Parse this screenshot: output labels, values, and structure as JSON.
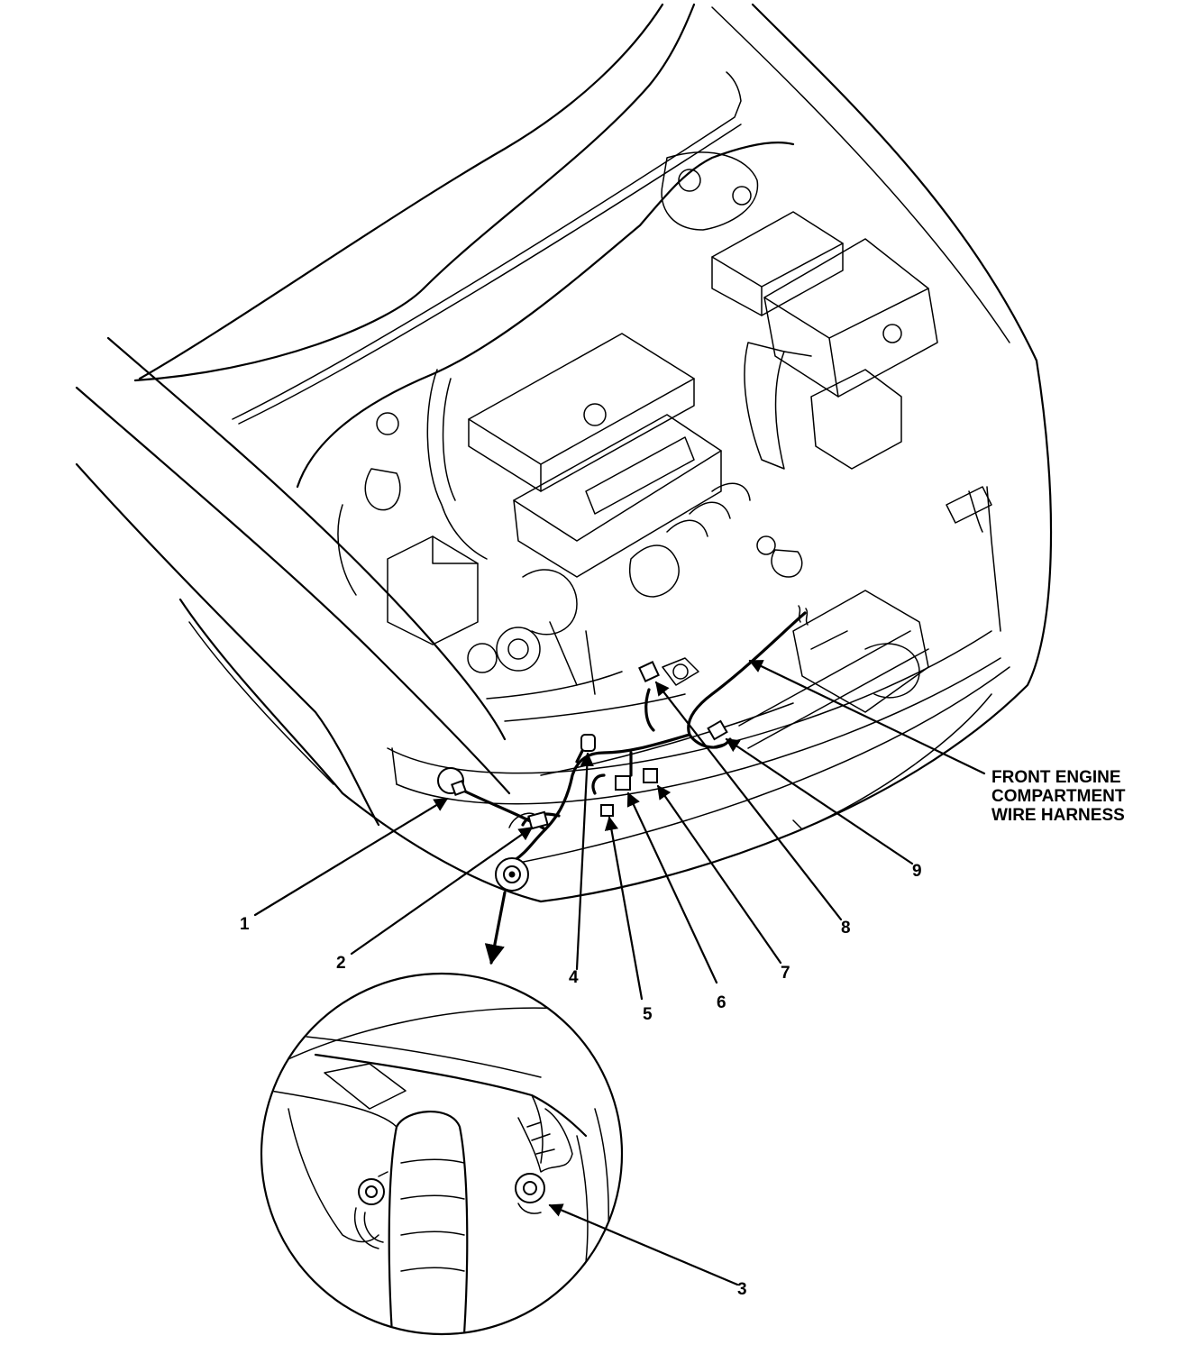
{
  "harness_label": "FRONT ENGINE\nCOMPARTMENT\nWIRE HARNESS",
  "callouts": [
    {
      "id": "1",
      "label": "1"
    },
    {
      "id": "2",
      "label": "2"
    },
    {
      "id": "3",
      "label": "3"
    },
    {
      "id": "4",
      "label": "4"
    },
    {
      "id": "5",
      "label": "5"
    },
    {
      "id": "6",
      "label": "6"
    },
    {
      "id": "7",
      "label": "7"
    },
    {
      "id": "8",
      "label": "8"
    },
    {
      "id": "9",
      "label": "9"
    }
  ]
}
